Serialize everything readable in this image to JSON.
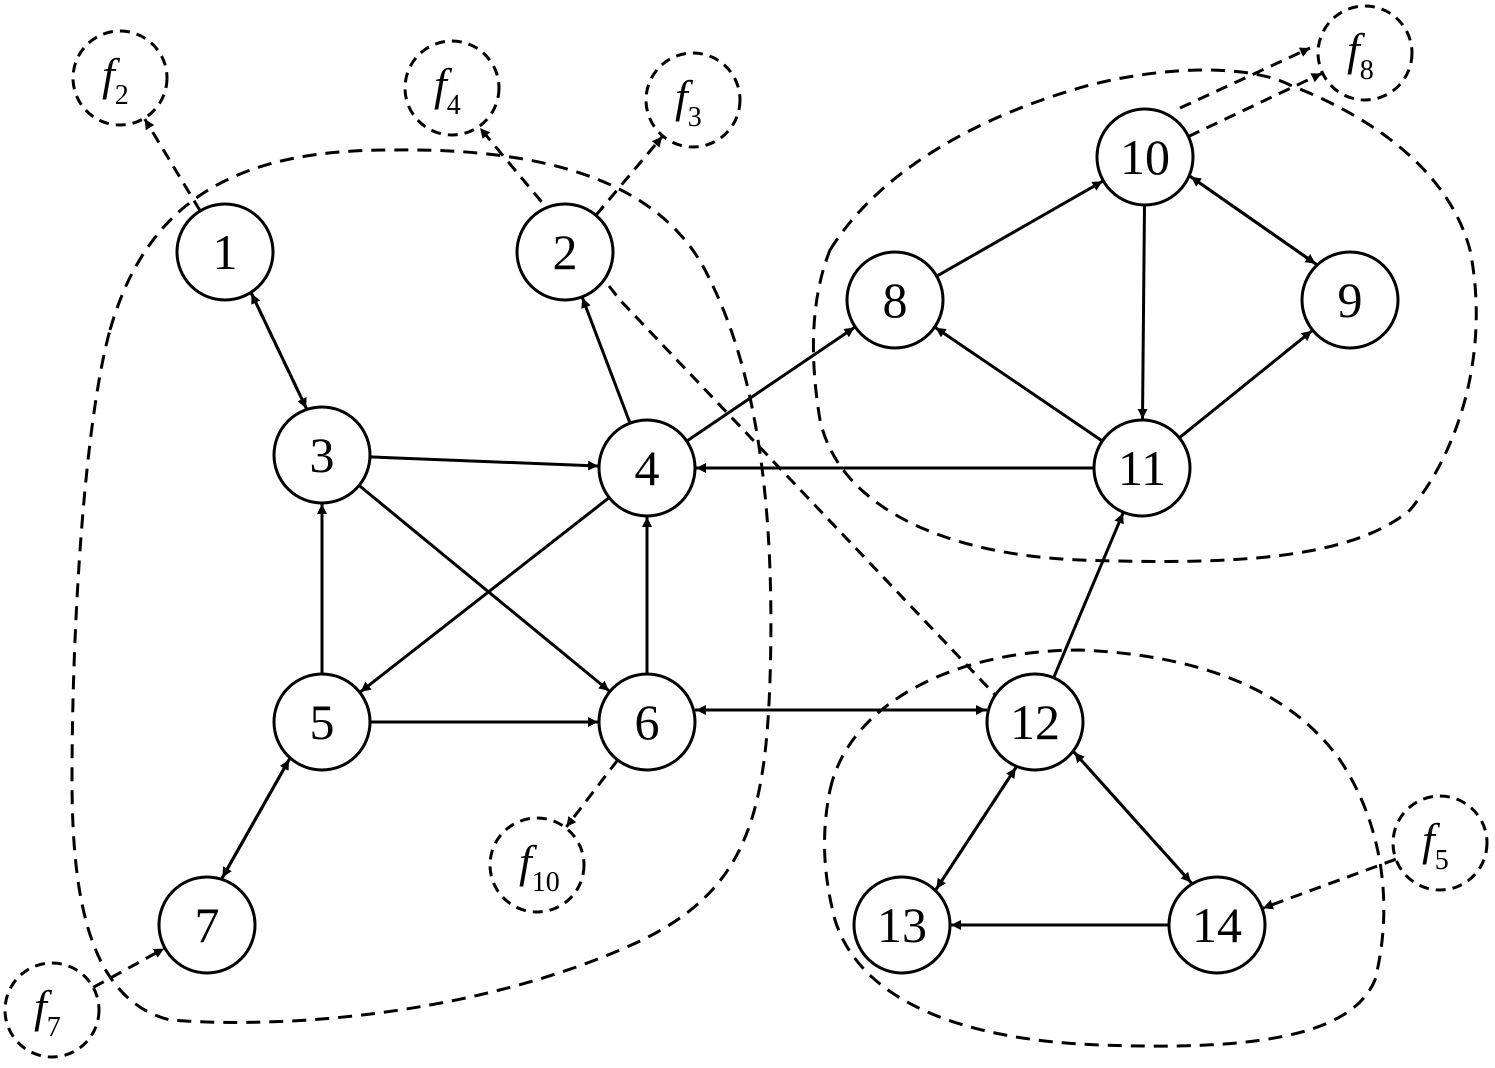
{
  "colors": {
    "stroke": "#000000",
    "background": "#ffffff"
  },
  "nodes": [
    {
      "id": "1",
      "label": "1"
    },
    {
      "id": "2",
      "label": "2"
    },
    {
      "id": "3",
      "label": "3"
    },
    {
      "id": "4",
      "label": "4"
    },
    {
      "id": "5",
      "label": "5"
    },
    {
      "id": "6",
      "label": "6"
    },
    {
      "id": "7",
      "label": "7"
    },
    {
      "id": "8",
      "label": "8"
    },
    {
      "id": "9",
      "label": "9"
    },
    {
      "id": "10",
      "label": "10"
    },
    {
      "id": "11",
      "label": "11"
    },
    {
      "id": "12",
      "label": "12"
    },
    {
      "id": "13",
      "label": "13"
    },
    {
      "id": "14",
      "label": "14"
    }
  ],
  "flows": [
    {
      "id": "f2",
      "base": "f",
      "sub": "2"
    },
    {
      "id": "f3",
      "base": "f",
      "sub": "3"
    },
    {
      "id": "f4",
      "base": "f",
      "sub": "4"
    },
    {
      "id": "f5",
      "base": "f",
      "sub": "5"
    },
    {
      "id": "f7",
      "base": "f",
      "sub": "7"
    },
    {
      "id": "f8",
      "base": "f",
      "sub": "8"
    },
    {
      "id": "f10",
      "base": "f",
      "sub": "10"
    }
  ],
  "edges": [
    {
      "from": "1",
      "to": "3"
    },
    {
      "from": "3",
      "to": "4"
    },
    {
      "from": "3",
      "to": "6"
    },
    {
      "from": "4",
      "to": "2"
    },
    {
      "from": "4",
      "to": "8"
    },
    {
      "from": "4",
      "to": "5"
    },
    {
      "from": "5",
      "to": "3"
    },
    {
      "from": "5",
      "to": "6"
    },
    {
      "from": "5",
      "to": "7"
    },
    {
      "from": "7",
      "to": "5"
    },
    {
      "from": "6",
      "to": "4"
    },
    {
      "from": "6",
      "to": "12"
    },
    {
      "from": "12",
      "to": "6"
    },
    {
      "from": "8",
      "to": "10"
    },
    {
      "from": "10",
      "to": "9"
    },
    {
      "from": "9",
      "to": "10"
    },
    {
      "from": "10",
      "to": "11"
    },
    {
      "from": "11",
      "to": "8"
    },
    {
      "from": "11",
      "to": "9"
    },
    {
      "from": "11",
      "to": "4"
    },
    {
      "from": "12",
      "to": "11"
    },
    {
      "from": "12",
      "to": "13"
    },
    {
      "from": "14",
      "to": "12"
    },
    {
      "from": "14",
      "to": "13"
    }
  ],
  "flow_edges": [
    {
      "from": "1",
      "to": "f2"
    },
    {
      "from": "2",
      "to": "f3"
    },
    {
      "from": "3",
      "to": "1"
    },
    {
      "from": "6",
      "to": "f10"
    },
    {
      "from": "f7",
      "to": "7"
    },
    {
      "from": "10",
      "to": "f8"
    },
    {
      "from": "13",
      "to": "12"
    },
    {
      "from": "12",
      "to": "14"
    },
    {
      "from": "f5",
      "to": "14"
    }
  ]
}
